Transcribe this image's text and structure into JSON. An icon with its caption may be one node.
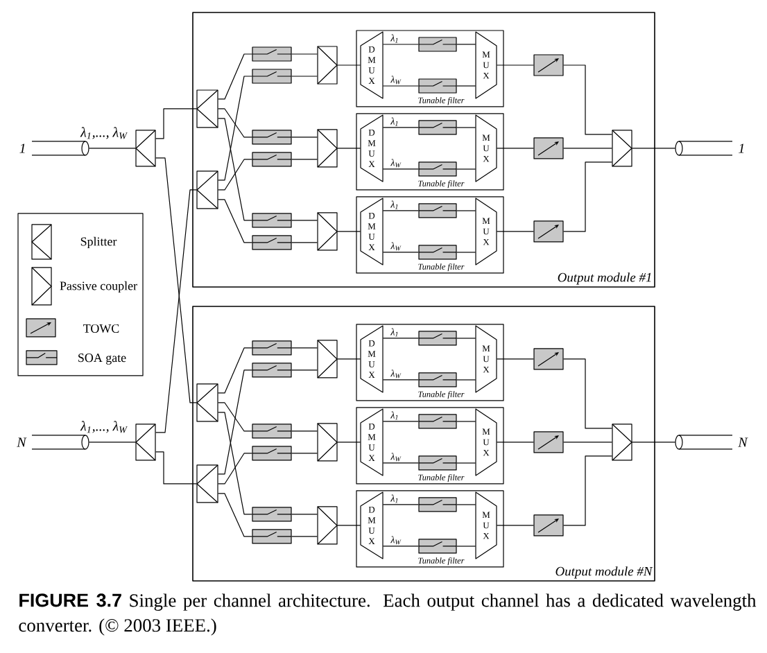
{
  "diagram": {
    "caption": "**FIGURE 3.7** Single per channel architecture. Each output channel has a dedicated wavelength converter. (© 2003 IEEE.)",
    "nodes": [
      {
        "text": [],
        "shape": "cylinder",
        "beside": [
          "1",
          "λ$_{1}$,..., λ$_{W}$"
        ]
      },
      {
        "text": [],
        "shape": "box"
      },
      {
        "text": [],
        "shape": "cylinder",
        "beside": [
          "N",
          "λ$_{1}$,..., λ$_{W}$"
        ]
      },
      {
        "text": [],
        "shape": "box"
      },
      {
        "text": [
          "Output module #1"
        ]
      },
      {
        "text": [],
        "shape": "box",
        "in": 4
      },
      {
        "text": [],
        "shape": "box",
        "in": 4
      },
      {
        "text": [],
        "shape": "box",
        "in": 4
      },
      {
        "text": [],
        "shape": "box",
        "in": 4
      },
      {
        "text": [],
        "shape": "box",
        "in": 4
      },
      {
        "text": [],
        "shape": "box",
        "in": 4
      },
      {
        "text": [],
        "shape": "box",
        "in": 4
      },
      {
        "text": [],
        "shape": "box",
        "in": 4
      },
      {
        "text": [],
        "shape": "box",
        "in": 4
      },
      {
        "text": [],
        "shape": "box",
        "in": 4
      },
      {
        "text": [],
        "shape": "box",
        "in": 4
      },
      {
        "text": [
          "Tunable filter"
        ],
        "in": 4
      },
      {
        "text": [
          "D M U X"
        ],
        "in": 16
      },
      {
        "text": [],
        "shape": "box",
        "in": 16
      },
      {
        "text": [],
        "shape": "box",
        "in": 16
      },
      {
        "text": [
          "M U X"
        ],
        "in": 16
      },
      {
        "text": [
          "Tunable filter"
        ],
        "in": 4
      },
      {
        "text": [
          "D M U X"
        ],
        "in": 21
      },
      {
        "text": [],
        "shape": "box",
        "in": 21
      },
      {
        "text": [],
        "shape": "box",
        "in": 21
      },
      {
        "text": [
          "M U X"
        ],
        "in": 21
      },
      {
        "text": [
          "Tunable filter"
        ],
        "in": 4
      },
      {
        "text": [
          "D M U X"
        ],
        "in": 26
      },
      {
        "text": [],
        "shape": "box",
        "in": 26
      },
      {
        "text": [],
        "shape": "box",
        "in": 26
      },
      {
        "text": [
          "M U X"
        ],
        "in": 26
      },
      {
        "text": [],
        "shape": "box",
        "in": 4
      },
      {
        "text": [],
        "shape": "box",
        "in": 4
      },
      {
        "text": [],
        "shape": "box",
        "in": 4
      },
      {
        "text": [],
        "shape": "box",
        "in": 4
      },
      {
        "text": [],
        "shape": "cylinder",
        "beside": [
          "1"
        ]
      },
      {
        "text": [
          "Output module #N"
        ]
      },
      {
        "text": [],
        "shape": "box",
        "in": 36
      },
      {
        "text": [],
        "shape": "box",
        "in": 36
      },
      {
        "text": [],
        "shape": "box",
        "in": 36
      },
      {
        "text": [],
        "shape": "box",
        "in": 36
      },
      {
        "text": [],
        "shape": "box",
        "in": 36
      },
      {
        "text": [],
        "shape": "box",
        "in": 36
      },
      {
        "text": [],
        "shape": "box",
        "in": 36
      },
      {
        "text": [],
        "shape": "box",
        "in": 36
      },
      {
        "text": [],
        "shape": "box",
        "in": 36
      },
      {
        "text": [],
        "shape": "box",
        "in": 36
      },
      {
        "text": [],
        "shape": "box",
        "in": 36
      },
      {
        "text": [
          "Tunable filter"
        ],
        "in": 36
      },
      {
        "text": [
          "D M U X"
        ],
        "in": 48
      },
      {
        "text": [],
        "shape": "box",
        "in": 48
      },
      {
        "text": [],
        "shape": "box",
        "in": 48
      },
      {
        "text": [
          "M U X"
        ],
        "in": 48
      },
      {
        "text": [
          "Tunable filter"
        ],
        "in": 36
      },
      {
        "text": [
          "D M U X"
        ],
        "in": 53
      },
      {
        "text": [],
        "shape": "box",
        "in": 53
      },
      {
        "text": [],
        "shape": "box",
        "in": 53
      },
      {
        "text": [
          "M U X"
        ],
        "in": 53
      },
      {
        "text": [
          "Tunable filter"
        ],
        "in": 36
      },
      {
        "text": [
          "D M U X"
        ],
        "in": 58
      },
      {
        "text": [],
        "shape": "box",
        "in": 58
      },
      {
        "text": [],
        "shape": "box",
        "in": 58
      },
      {
        "text": [
          "M U X"
        ],
        "in": 58
      },
      {
        "text": [],
        "shape": "box",
        "in": 36
      },
      {
        "text": [],
        "shape": "box",
        "in": 36
      },
      {
        "text": [],
        "shape": "box",
        "in": 36
      },
      {
        "text": [],
        "shape": "box",
        "in": 36
      },
      {
        "text": [],
        "shape": "cylinder",
        "beside": [
          "N"
        ]
      }
    ],
    "edges": [
      {
        "from": 0,
        "to": 1,
        "arrow": "none"
      },
      {
        "from": 1,
        "to": 5,
        "arrow": "none"
      },
      {
        "from": 1,
        "to": 37,
        "arrow": "none"
      },
      {
        "from": 2,
        "to": 3,
        "arrow": "none"
      },
      {
        "from": 3,
        "to": 6,
        "arrow": "none"
      },
      {
        "from": 3,
        "to": 38,
        "arrow": "none"
      },
      {
        "from": 5,
        "to": 7,
        "arrow": "none"
      },
      {
        "from": 5,
        "to": 9,
        "arrow": "none"
      },
      {
        "from": 5,
        "to": 11,
        "arrow": "none"
      },
      {
        "from": 6,
        "to": 8,
        "arrow": "none"
      },
      {
        "from": 6,
        "to": 10,
        "arrow": "none"
      },
      {
        "from": 6,
        "to": 12,
        "arrow": "none"
      },
      {
        "from": 7,
        "to": 13,
        "arrow": "none"
      },
      {
        "from": 8,
        "to": 13,
        "arrow": "none"
      },
      {
        "from": 9,
        "to": 14,
        "arrow": "none"
      },
      {
        "from": 10,
        "to": 14,
        "arrow": "none"
      },
      {
        "from": 11,
        "to": 15,
        "arrow": "none"
      },
      {
        "from": 12,
        "to": 15,
        "arrow": "none"
      },
      {
        "from": 13,
        "to": 17,
        "arrow": "none"
      },
      {
        "from": 14,
        "to": 22,
        "arrow": "none"
      },
      {
        "from": 15,
        "to": 27,
        "arrow": "none"
      },
      {
        "from": 17,
        "to": 18,
        "arrow": "none",
        "label": "λ$_{1}$"
      },
      {
        "from": 18,
        "to": 20,
        "arrow": "none"
      },
      {
        "from": 17,
        "to": 19,
        "arrow": "none",
        "label": "λ$_{W}$"
      },
      {
        "from": 19,
        "to": 20,
        "arrow": "none"
      },
      {
        "from": 22,
        "to": 23,
        "arrow": "none",
        "label": "λ$_{1}$"
      },
      {
        "from": 23,
        "to": 25,
        "arrow": "none"
      },
      {
        "from": 22,
        "to": 24,
        "arrow": "none",
        "label": "λ$_{W}$"
      },
      {
        "from": 24,
        "to": 25,
        "arrow": "none"
      },
      {
        "from": 27,
        "to": 28,
        "arrow": "none",
        "label": "λ$_{1}$"
      },
      {
        "from": 28,
        "to": 30,
        "arrow": "none"
      },
      {
        "from": 27,
        "to": 29,
        "arrow": "none",
        "label": "λ$_{W}$"
      },
      {
        "from": 29,
        "to": 30,
        "arrow": "none"
      },
      {
        "from": 20,
        "to": 31,
        "arrow": "none"
      },
      {
        "from": 25,
        "to": 32,
        "arrow": "none"
      },
      {
        "from": 30,
        "to": 33,
        "arrow": "none"
      },
      {
        "from": 31,
        "to": 34,
        "arrow": "none"
      },
      {
        "from": 32,
        "to": 34,
        "arrow": "none"
      },
      {
        "from": 33,
        "to": 34,
        "arrow": "none"
      },
      {
        "from": 34,
        "to": 35,
        "arrow": "none"
      },
      {
        "from": 37,
        "to": 39,
        "arrow": "none"
      },
      {
        "from": 37,
        "to": 41,
        "arrow": "none"
      },
      {
        "from": 37,
        "to": 43,
        "arrow": "none"
      },
      {
        "from": 38,
        "to": 40,
        "arrow": "none"
      },
      {
        "from": 38,
        "to": 42,
        "arrow": "none"
      },
      {
        "from": 38,
        "to": 44,
        "arrow": "none"
      },
      {
        "from": 39,
        "to": 45,
        "arrow": "none"
      },
      {
        "from": 40,
        "to": 45,
        "arrow": "none"
      },
      {
        "from": 41,
        "to": 46,
        "arrow": "none"
      },
      {
        "from": 42,
        "to": 46,
        "arrow": "none"
      },
      {
        "from": 43,
        "to": 47,
        "arrow": "none"
      },
      {
        "from": 44,
        "to": 47,
        "arrow": "none"
      },
      {
        "from": 45,
        "to": 49,
        "arrow": "none"
      },
      {
        "from": 46,
        "to": 54,
        "arrow": "none"
      },
      {
        "from": 47,
        "to": 59,
        "arrow": "none"
      },
      {
        "from": 49,
        "to": 50,
        "arrow": "none",
        "label": "λ$_{1}$"
      },
      {
        "from": 50,
        "to": 52,
        "arrow": "none"
      },
      {
        "from": 49,
        "to": 51,
        "arrow": "none",
        "label": "λ$_{W}$"
      },
      {
        "from": 51,
        "to": 52,
        "arrow": "none"
      },
      {
        "from": 54,
        "to": 55,
        "arrow": "none",
        "label": "λ$_{1}$"
      },
      {
        "from": 55,
        "to": 57,
        "arrow": "none"
      },
      {
        "from": 54,
        "to": 56,
        "arrow": "none",
        "label": "λ$_{W}$"
      },
      {
        "from": 56,
        "to": 57,
        "arrow": "none"
      },
      {
        "from": 59,
        "to": 60,
        "arrow": "none",
        "label": "λ$_{1}$"
      },
      {
        "from": 60,
        "to": 62,
        "arrow": "none"
      },
      {
        "from": 59,
        "to": 61,
        "arrow": "none",
        "label": "λ$_{W}$"
      },
      {
        "from": 61,
        "to": 62,
        "arrow": "none"
      },
      {
        "from": 52,
        "to": 63,
        "arrow": "none"
      },
      {
        "from": 57,
        "to": 64,
        "arrow": "none"
      },
      {
        "from": 62,
        "to": 65,
        "arrow": "none"
      },
      {
        "from": 63,
        "to": 66,
        "arrow": "none"
      },
      {
        "from": 64,
        "to": 66,
        "arrow": "none"
      },
      {
        "from": 65,
        "to": 66,
        "arrow": "none"
      },
      {
        "from": 66,
        "to": 67,
        "arrow": "none"
      }
    ],
    "legend": [
      {
        "text": "Splitter"
      },
      {
        "text": "Passive coupler"
      },
      {
        "text": "TOWC"
      },
      {
        "text": "SOA gate"
      }
    ]
  }
}
